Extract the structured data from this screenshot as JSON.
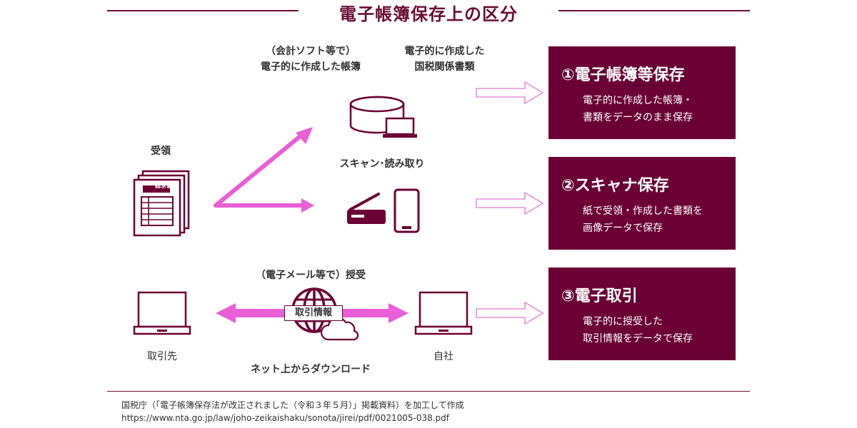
{
  "title": "電子帳簿保存上の区分",
  "labels": {
    "software_line1": "（会計ソフト等で）",
    "software_line2": "電子的に作成した帳簿",
    "docs_line1": "電子的に作成した",
    "docs_line2": "国税関係書類",
    "received": "受領",
    "scan": "スキャン･読み取り",
    "email": "（電子メール等で）授受",
    "info_tag": "取引情報",
    "partner": "取引先",
    "self": "自社",
    "download": "ネット上からダウンロード",
    "invoice_header": "請求書"
  },
  "boxes": [
    {
      "title": "①電子帳簿等保存",
      "desc1": "電子的に作成した帳簿・",
      "desc2": "書類をデータのまま保存"
    },
    {
      "title": "②スキャナ保存",
      "desc1": "紙で受領・作成した書類を",
      "desc2": "画像データで保存"
    },
    {
      "title": "③電子取引",
      "desc1": "電子的に授受した",
      "desc2": "取引情報をデータで保存"
    }
  ],
  "source": {
    "line1": "国税庁（「電子帳簿保存法が改正されました（令和３年５月）」掲載資料）を加工して作成",
    "line2": "https://www.nta.go.jp/law/joho-zeikaishaku/sonota/jirei/pdf/0021005-038.pdf"
  },
  "colors": {
    "accent": "#6a0033",
    "arrow": "#e85fd6",
    "outline_arrow": "#e88fd8"
  },
  "icons": [
    "database-icon",
    "laptop-icon",
    "scanner-icon",
    "smartphone-icon",
    "documents-icon",
    "globe-icon",
    "cloud-icon"
  ]
}
